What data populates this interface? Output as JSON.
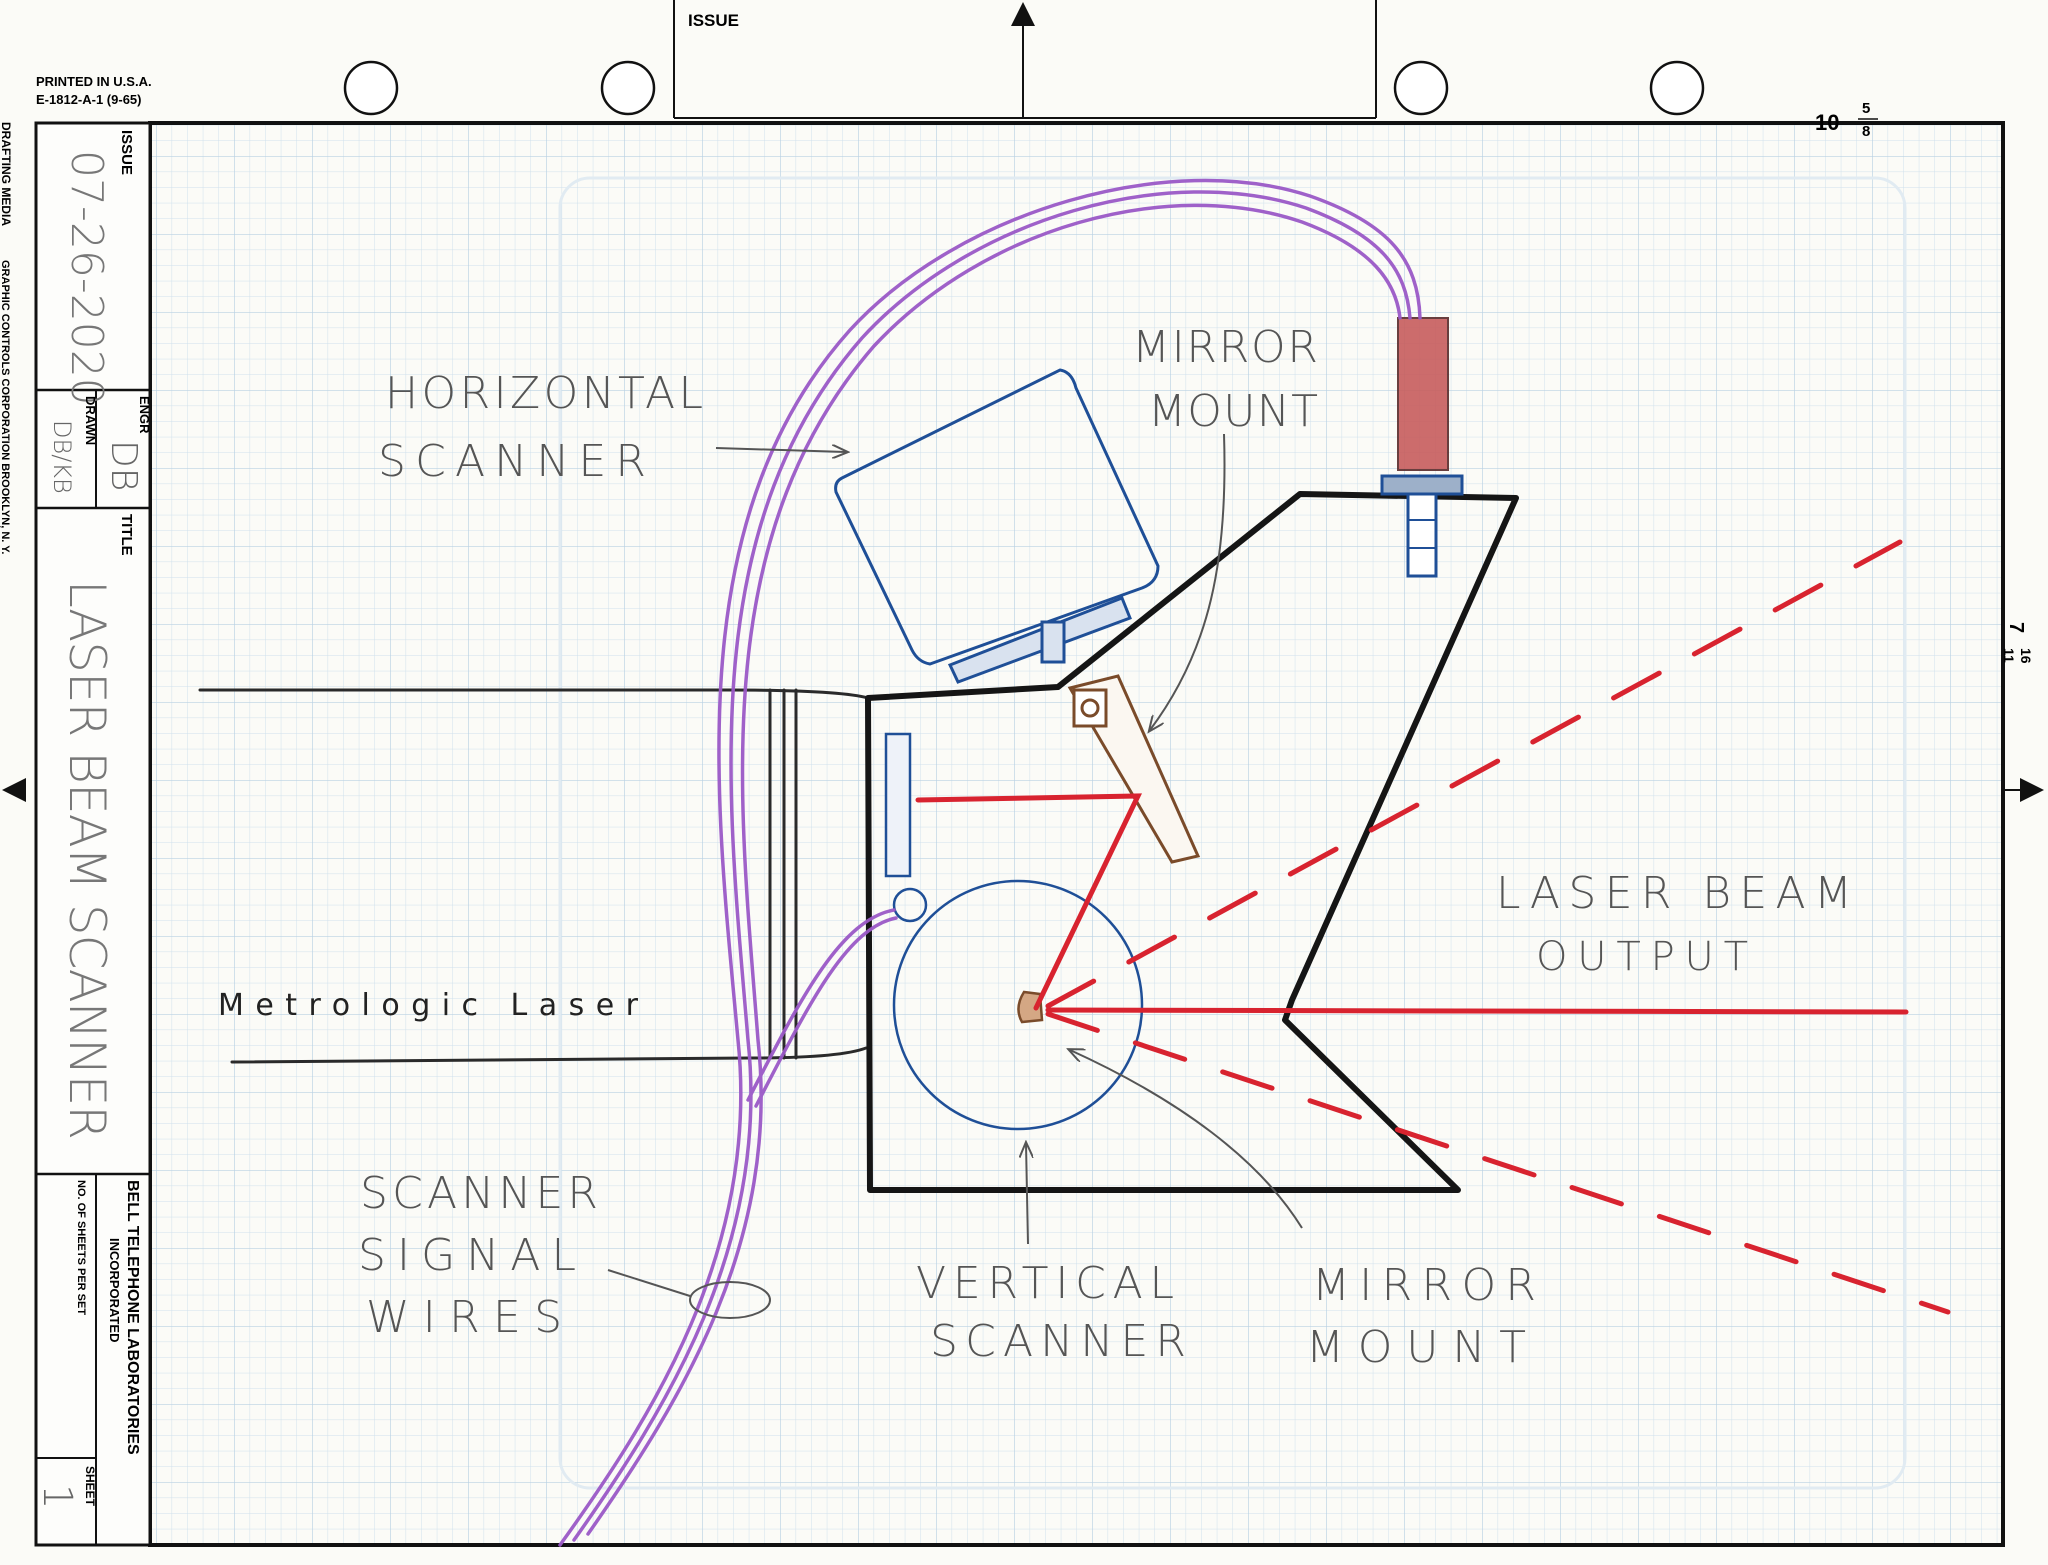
{
  "title_block": {
    "issue_label": "ISSUE",
    "issue_date": "07-26-2020",
    "engr_label": "ENGR",
    "engr_value": "DB",
    "drawn_label": "DRAWN",
    "drawn_value": "DB/KB",
    "title_label": "TITLE",
    "title_value": "LASER BEAM SCANNER",
    "company_line1": "BELL TELEPHONE LABORATORIES",
    "company_line2": "INCORPORATED",
    "sheets_label": "NO. OF SHEETS PER SET",
    "sheet_label": "SHEET",
    "sheet_value": "1"
  },
  "header": {
    "printed": "PRINTED IN U.S.A.",
    "form_number": "E-1812-A-1 (9-65)",
    "issue_label": "ISSUE",
    "dim_top": "10",
    "dim_top_num": "5",
    "dim_top_den": "8",
    "dim_right": "7",
    "dim_right_num": "11",
    "dim_right_den": "16",
    "publisher": "DRAFTING MEDIA",
    "publisher_line": "GRAPHIC CONTROLS CORPORATION   BROOKLYN, N. Y."
  },
  "labels": {
    "horizontal_scanner_1": "HORIZONTAL",
    "horizontal_scanner_2": "SCANNER",
    "mirror_mount_top_1": "MIRROR",
    "mirror_mount_top_2": "MOUNT",
    "laser_beam_output_1": "LASER BEAM",
    "laser_beam_output_2": "OUTPUT",
    "metrologic_laser": "Metrologic Laser",
    "scanner_signal_1": "SCANNER",
    "scanner_signal_2": "SIGNAL",
    "scanner_signal_3": "WIRES",
    "vertical_scanner_1": "VERTICAL",
    "vertical_scanner_2": "SCANNER",
    "mirror_mount_bottom_1": "MIRROR",
    "mirror_mount_bottom_2": "MOUNT"
  },
  "colors": {
    "laser_beam": "#d8232f",
    "wires": "#9b59c7",
    "scanner_blue": "#1f4f97",
    "housing": "#151515",
    "mirror_brown": "#7a4b2a",
    "laser_tube": "#c85a5a",
    "grid": "#c9dcea",
    "ink_pencil": "#555555"
  }
}
